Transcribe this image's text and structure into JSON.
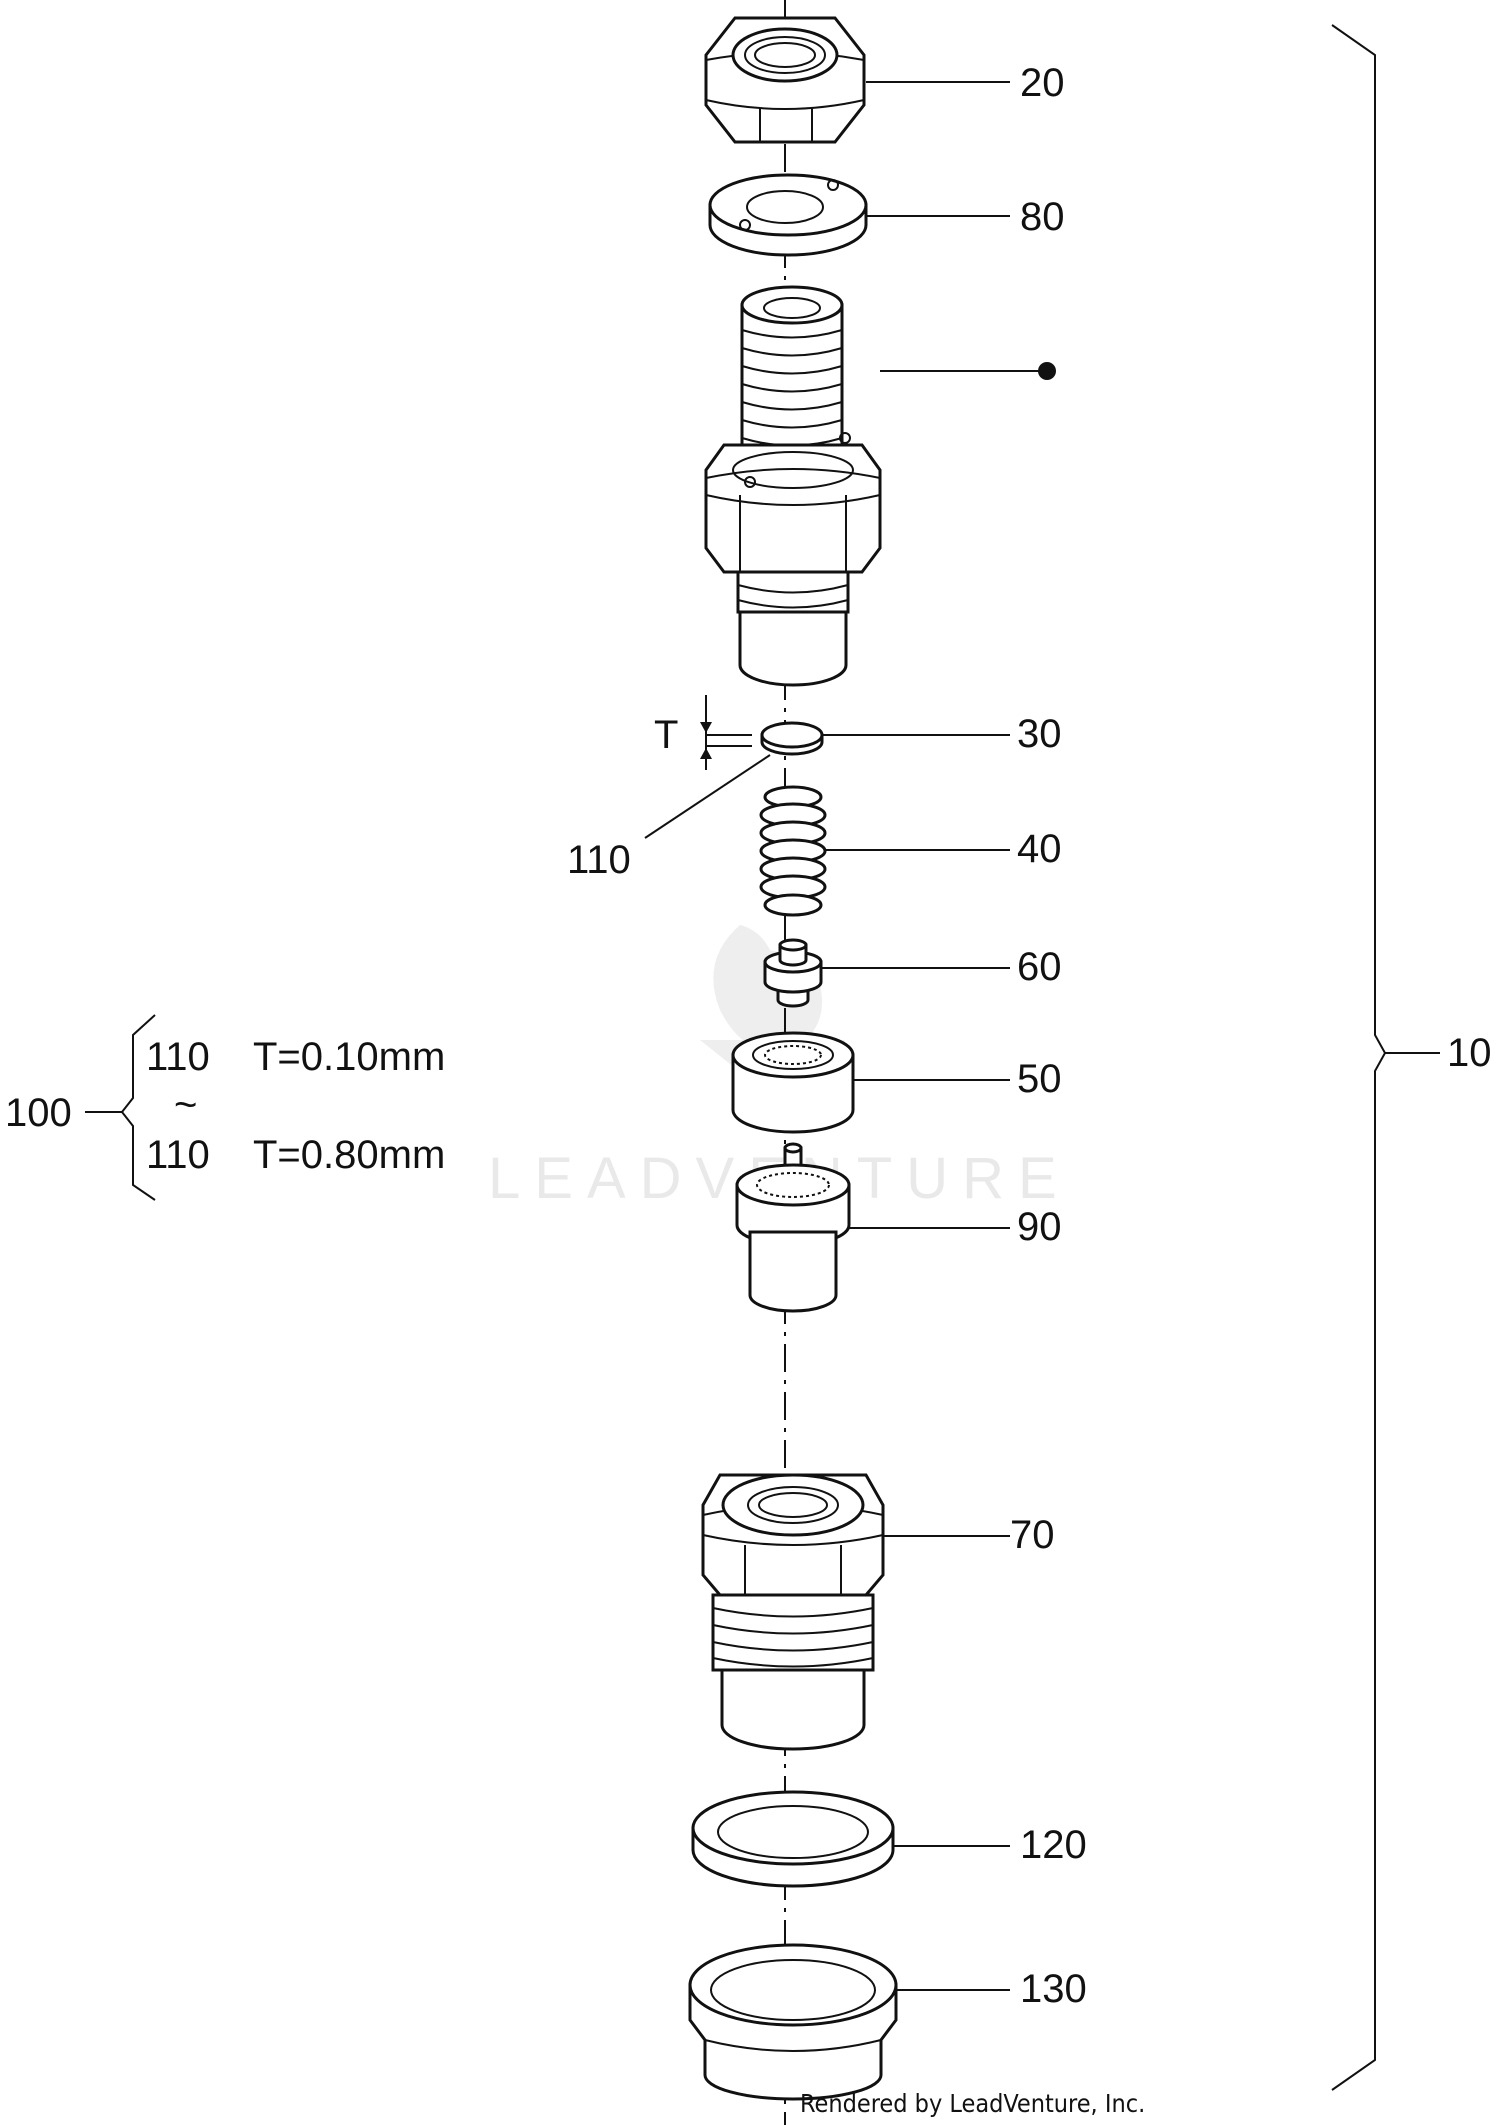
{
  "callouts": {
    "c20": "20",
    "c80": "80",
    "c30": "30",
    "c110": "110",
    "c40": "40",
    "c60": "60",
    "c50": "50",
    "c90": "90",
    "c70": "70",
    "c120": "120",
    "c130": "130",
    "c10": "10",
    "c100": "100"
  },
  "thickness_marker": "T",
  "shim_table": {
    "row1_part": "110",
    "row1_spec": "T=0.10mm",
    "range_symbol": "~",
    "row2_part": "110",
    "row2_spec": "T=0.80mm"
  },
  "watermark": "LEADVENTURE",
  "footer": "Rendered by LeadVenture, Inc."
}
